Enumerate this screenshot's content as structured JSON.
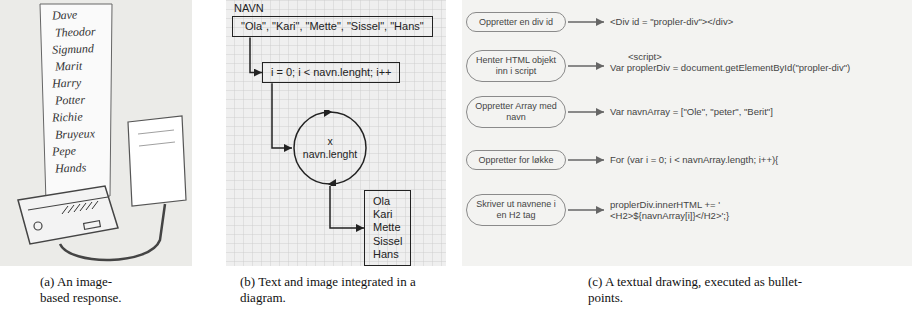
{
  "diagram": {
    "nodes": [
      {
        "text": [
          "NAVN",
          "\"Ola\", \"Kari\", \"Mette\", \"Sissel\", \"Hans\""
        ]
      },
      {
        "text": [
          "i = 0; i < navn.lenght; i++"
        ]
      },
      {
        "text": [
          "x",
          "navn.lenght"
        ]
      },
      {
        "text": [
          "Ola Kari Mette Sissel Hans"
        ]
      },
      {
        "text": [
          "Oppretter en div id"
        ]
      },
      {
        "text": [
          "<Div id = \"propler-div\"></div>"
        ]
      },
      {
        "text": [
          "Henter HTML objekt inn i script"
        ]
      },
      {
        "text": [
          "<script>",
          "Var proplerDiv = document.getElementById(\"propler-div\")"
        ]
      },
      {
        "text": [
          "Oppretter Array med navn"
        ]
      },
      {
        "text": [
          "Var navnArray = [\"Ole\", \"peter\", \"Berit\"]"
        ]
      },
      {
        "text": [
          "Oppretter for løkke"
        ]
      },
      {
        "text": [
          "For (var i = 0; i < navnArray.length; i++){"
        ]
      },
      {
        "text": [
          "Skriver ut navnene i en H2 tag"
        ]
      },
      {
        "text": [
          "proplerDiv.innerHTML += ' <H2>${navnArray[i]}</H2>';}"
        ]
      }
    ],
    "edges": [
      {
        "from": 0,
        "to": 1,
        "arrow": "to"
      },
      {
        "from": 1,
        "to": 2,
        "arrow": "to"
      },
      {
        "from": 2,
        "to": 3,
        "arrow": "to"
      },
      {
        "from": 4,
        "to": 5,
        "arrow": "to"
      },
      {
        "from": 6,
        "to": 7,
        "arrow": "to"
      },
      {
        "from": 8,
        "to": 9,
        "arrow": "to"
      },
      {
        "from": 10,
        "to": 11,
        "arrow": "to"
      },
      {
        "from": 12,
        "to": 13,
        "arrow": "to"
      }
    ],
    "labels": [
      "Dave",
      "Theodor",
      "Sigmund",
      "Marit",
      "Harry",
      "Potter",
      "Richie",
      "Bruyeux",
      "Pepe",
      "Hands",
      "(a) An image-based response.",
      "(b) Text and image integrated in a diagram.",
      "(c) A textual drawing, executed as bullet-points."
    ]
  }
}
